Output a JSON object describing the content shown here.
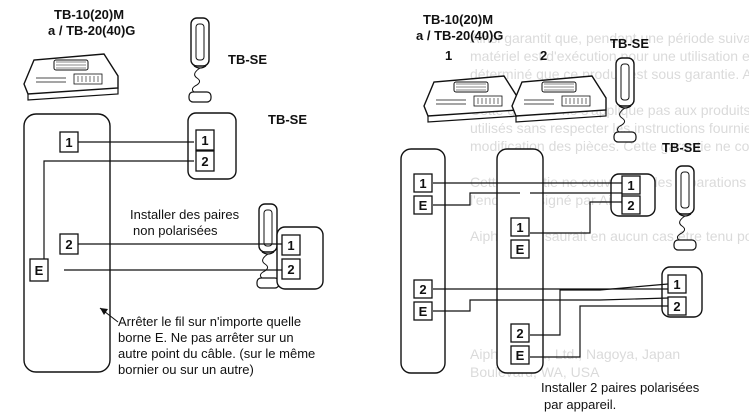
{
  "left": {
    "model": "TB-10(20)M",
    "model_alt": "a / TB-20(40)G",
    "handset_top": "TB-SE",
    "handset_bottom": "TB-SE",
    "master_terms": [
      "1",
      "2",
      "E"
    ],
    "handset_terms": [
      "1",
      "2"
    ],
    "note_pairs_1": "Installer des paires",
    "note_pairs_2": "non polarisées",
    "note_stop_1": "Arrêter le fil sur n'importe quelle",
    "note_stop_2": "borne E. Ne pas arrêter sur un",
    "note_stop_3": "autre point du câble. (sur le même",
    "note_stop_4": "bornier ou sur un autre)"
  },
  "right": {
    "model": "TB-10(20)M",
    "model_alt": "a / TB-20(40)G",
    "unit_1": "1",
    "unit_2": "2",
    "handset_top": "TB-SE",
    "handset_bottom": "TB-SE",
    "terms": [
      "1",
      "E",
      "2",
      "E"
    ],
    "handset_terms": [
      "1",
      "2"
    ],
    "note_1": "Installer 2 paires polarisées",
    "note_2": "par appareil."
  },
  "colors": {
    "ink": "#111111",
    "ghost": "#bdbdbd"
  }
}
